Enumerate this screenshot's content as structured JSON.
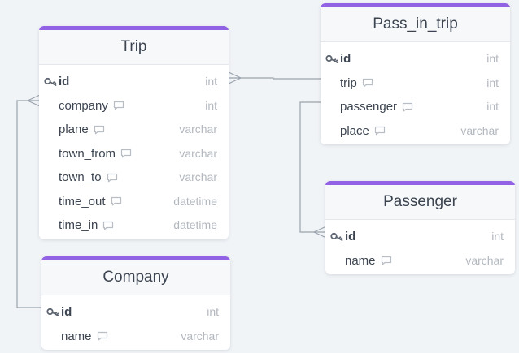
{
  "tables": {
    "trip": {
      "title": "Trip",
      "columns": [
        {
          "name": "id",
          "type": "int",
          "pk": true
        },
        {
          "name": "company",
          "type": "int"
        },
        {
          "name": "plane",
          "type": "varchar"
        },
        {
          "name": "town_from",
          "type": "varchar"
        },
        {
          "name": "town_to",
          "type": "varchar"
        },
        {
          "name": "time_out",
          "type": "datetime"
        },
        {
          "name": "time_in",
          "type": "datetime"
        }
      ]
    },
    "pass_in_trip": {
      "title": "Pass_in_trip",
      "columns": [
        {
          "name": "id",
          "type": "int",
          "pk": true
        },
        {
          "name": "trip",
          "type": "int"
        },
        {
          "name": "passenger",
          "type": "int"
        },
        {
          "name": "place",
          "type": "varchar"
        }
      ]
    },
    "passenger": {
      "title": "Passenger",
      "columns": [
        {
          "name": "id",
          "type": "int",
          "pk": true
        },
        {
          "name": "name",
          "type": "varchar"
        }
      ]
    },
    "company": {
      "title": "Company",
      "columns": [
        {
          "name": "id",
          "type": "int",
          "pk": true
        },
        {
          "name": "name",
          "type": "varchar"
        }
      ]
    }
  },
  "colors": {
    "header_accent": "#9162e4",
    "connector": "#9aa3ad",
    "type_text": "#b3b8bf"
  }
}
